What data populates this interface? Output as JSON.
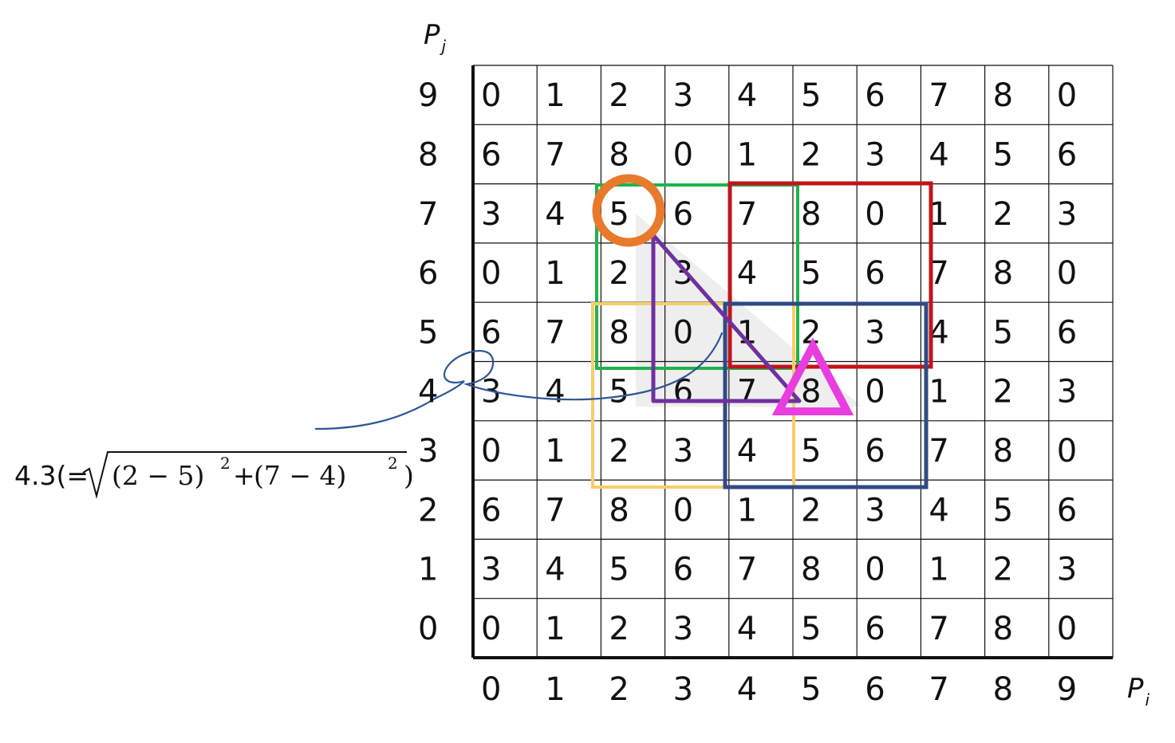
{
  "axes": {
    "x_title": "P",
    "x_sub": "i",
    "y_title": "P",
    "y_sub": "j",
    "x_ticks": [
      "0",
      "1",
      "2",
      "3",
      "4",
      "5",
      "6",
      "7",
      "8",
      "9"
    ],
    "y_ticks": [
      "0",
      "1",
      "2",
      "3",
      "4",
      "5",
      "6",
      "7",
      "8",
      "9"
    ]
  },
  "grid": {
    "rows_top_to_bottom": [
      [
        "0",
        "1",
        "2",
        "3",
        "4",
        "5",
        "6",
        "7",
        "8",
        "0"
      ],
      [
        "6",
        "7",
        "8",
        "0",
        "1",
        "2",
        "3",
        "4",
        "5",
        "6"
      ],
      [
        "3",
        "4",
        "5",
        "6",
        "7",
        "8",
        "0",
        "1",
        "2",
        "3"
      ],
      [
        "0",
        "1",
        "2",
        "3",
        "4",
        "5",
        "6",
        "7",
        "8",
        "0"
      ],
      [
        "6",
        "7",
        "8",
        "0",
        "1",
        "2",
        "3",
        "4",
        "5",
        "6"
      ],
      [
        "3",
        "4",
        "5",
        "6",
        "7",
        "8",
        "0",
        "1",
        "2",
        "3"
      ],
      [
        "0",
        "1",
        "2",
        "3",
        "4",
        "5",
        "6",
        "7",
        "8",
        "0"
      ],
      [
        "6",
        "7",
        "8",
        "0",
        "1",
        "2",
        "3",
        "4",
        "5",
        "6"
      ],
      [
        "3",
        "4",
        "5",
        "6",
        "7",
        "8",
        "0",
        "1",
        "2",
        "3"
      ],
      [
        "0",
        "1",
        "2",
        "3",
        "4",
        "5",
        "6",
        "7",
        "8",
        "0"
      ]
    ]
  },
  "formula": {
    "lead": "4.3(=",
    "part_a": "(2 − 5)",
    "sup_a": "2",
    "plus": "+",
    "part_b": "(7 − 4)",
    "sup_b": "2",
    "close": ")"
  },
  "markers": {
    "circle": {
      "i": 2,
      "j": 7,
      "color": "#E87A2C"
    },
    "triangle": {
      "i": 5,
      "j": 4,
      "color": "#E83EE0"
    }
  },
  "colors": {
    "green_box": "#1FB34A",
    "red_box": "#C0151B",
    "yellow_box": "#F7CE6A",
    "blue_box": "#2F4A86",
    "purple_triangle": "#7030A0",
    "shade": "#D9D9D9",
    "pen": "#2E5597"
  }
}
